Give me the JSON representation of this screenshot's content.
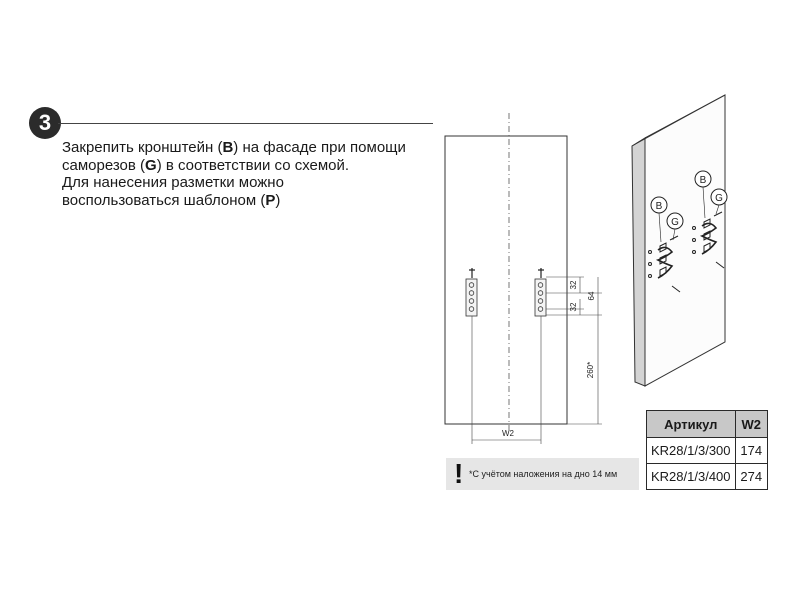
{
  "step": {
    "number": "3"
  },
  "instructions": {
    "line1_pre": "Закрепить кронштейн (",
    "line1_bracket": "B",
    "line1_post": ") на фасаде при помощи",
    "line2_pre": "саморезов (",
    "line2_screw": "G",
    "line2_post": ") в соответствии со схемой.",
    "line3": "Для нанесения разметки можно",
    "line4_pre": "воспользоваться шаблоном (",
    "line4_template": "P",
    "line4_post": ")"
  },
  "drawing": {
    "dim_32_top": "32",
    "dim_64": "64",
    "dim_32_bottom": "32",
    "dim_260": "260*",
    "dim_w2": "W2",
    "label_b_1": "B",
    "label_g_1": "G",
    "label_b_2": "B",
    "label_g_2": "G"
  },
  "note": {
    "mark": "!",
    "text": "*С учётом наложения на дно 14 мм"
  },
  "table": {
    "headers": [
      "Артикул",
      "W2"
    ],
    "rows": [
      [
        "KR28/1/3/300",
        "174"
      ],
      [
        "KR28/1/3/400",
        "274"
      ]
    ]
  }
}
